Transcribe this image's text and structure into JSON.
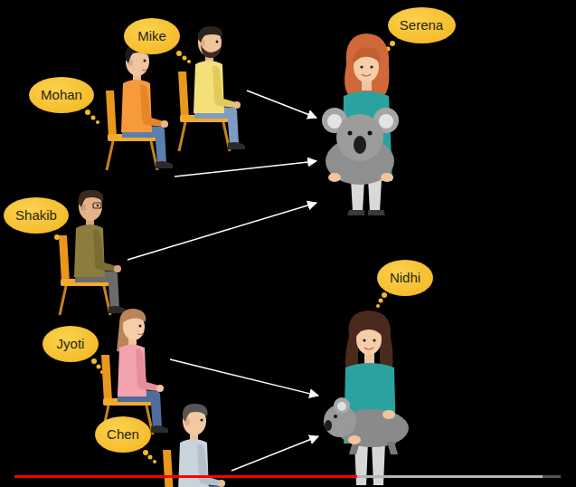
{
  "diagram": {
    "nodes": [
      {
        "text": [
          "Mike"
        ]
      },
      {
        "text": [
          "Serena"
        ]
      },
      {
        "text": [
          "Mohan"
        ]
      },
      {
        "text": [
          "Shakib"
        ]
      },
      {
        "text": [
          "Nidhi"
        ]
      },
      {
        "text": [
          "Jyoti"
        ]
      },
      {
        "text": [
          "Chen"
        ]
      }
    ],
    "edges": [
      {
        "from": 0,
        "to": 1,
        "arrow": "to"
      },
      {
        "from": 2,
        "to": 1,
        "arrow": "to"
      },
      {
        "from": 3,
        "to": 1,
        "arrow": "to"
      },
      {
        "from": 5,
        "to": 4,
        "arrow": "to"
      },
      {
        "from": 6,
        "to": 4,
        "arrow": "to"
      }
    ]
  }
}
